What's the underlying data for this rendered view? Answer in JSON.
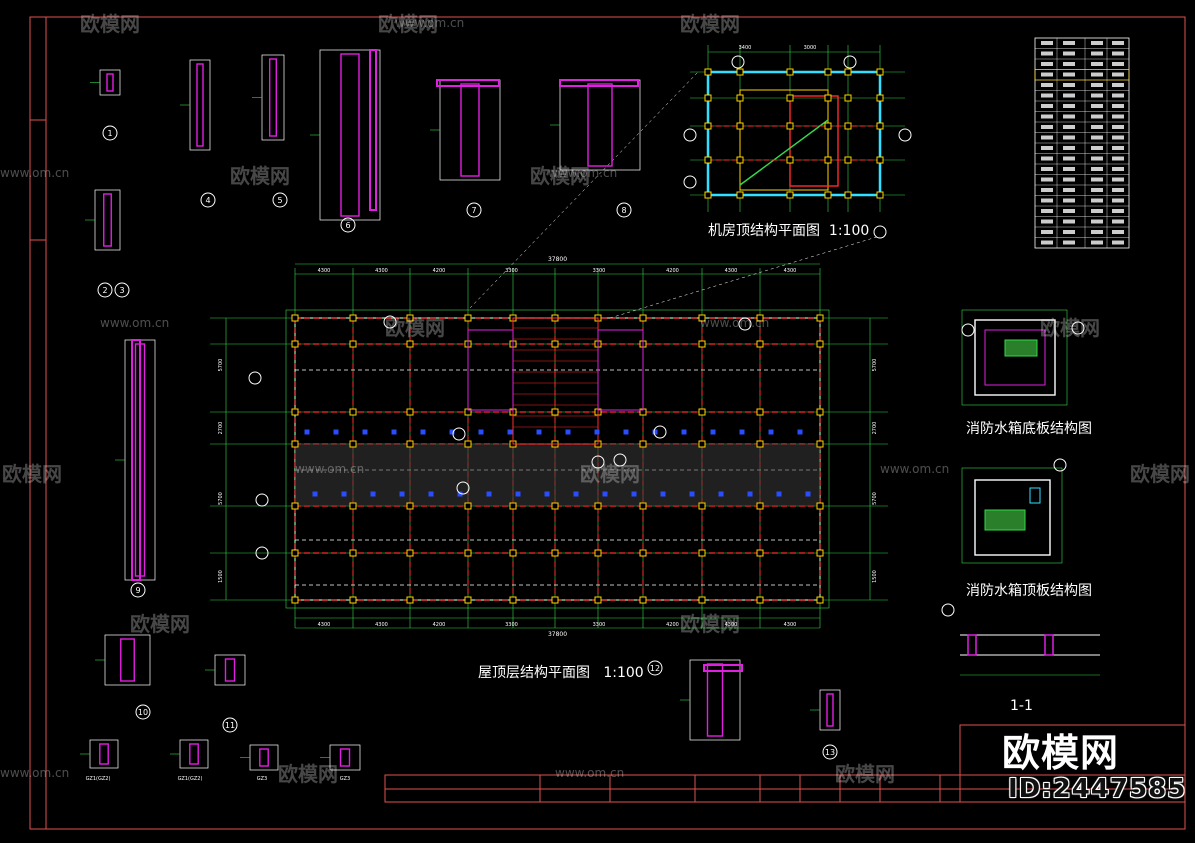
{
  "titles": {
    "machine_room": "机房顶结构平面图",
    "machine_room_scale": "1:100",
    "roof_plan": "屋顶层结构平面图",
    "roof_plan_scale": "1:100",
    "tank_bottom": "消防水箱底板结构图",
    "tank_top": "消防水箱顶板结构图",
    "section": "1-1"
  },
  "watermark": {
    "brand": "欧模网",
    "url": "www.om.cn",
    "id": "ID:2447585"
  },
  "dimensions": {
    "top_total": "37800",
    "bottom_total": "37800",
    "top_bays": [
      "4300",
      "4300",
      "4200",
      "3300",
      "3300",
      "4200",
      "4300",
      "4300"
    ],
    "bottom_bays": [
      "4300",
      "4300",
      "4200",
      "3300",
      "3300",
      "4200",
      "4300",
      "4300"
    ],
    "left_bays": [
      "5700",
      "2700",
      "5700",
      "1500"
    ],
    "machine_top": [
      "3400",
      "3000"
    ]
  },
  "detail_labels": [
    "1",
    "2",
    "3",
    "4",
    "5",
    "6",
    "7",
    "8",
    "9",
    "10",
    "11",
    "12",
    "13"
  ],
  "column_labels": [
    "GZ1(GZ2)",
    "GZ1(GZ2)",
    "GZ3",
    "GZ3"
  ],
  "colors": {
    "frame": "#e05050",
    "axis_red": "#ff2b2b",
    "grid_green": "#33d84a",
    "beam_yellow": "#ffd400",
    "magenta": "#e020e0",
    "cyan": "#30e0ff",
    "white": "#ffffff"
  }
}
